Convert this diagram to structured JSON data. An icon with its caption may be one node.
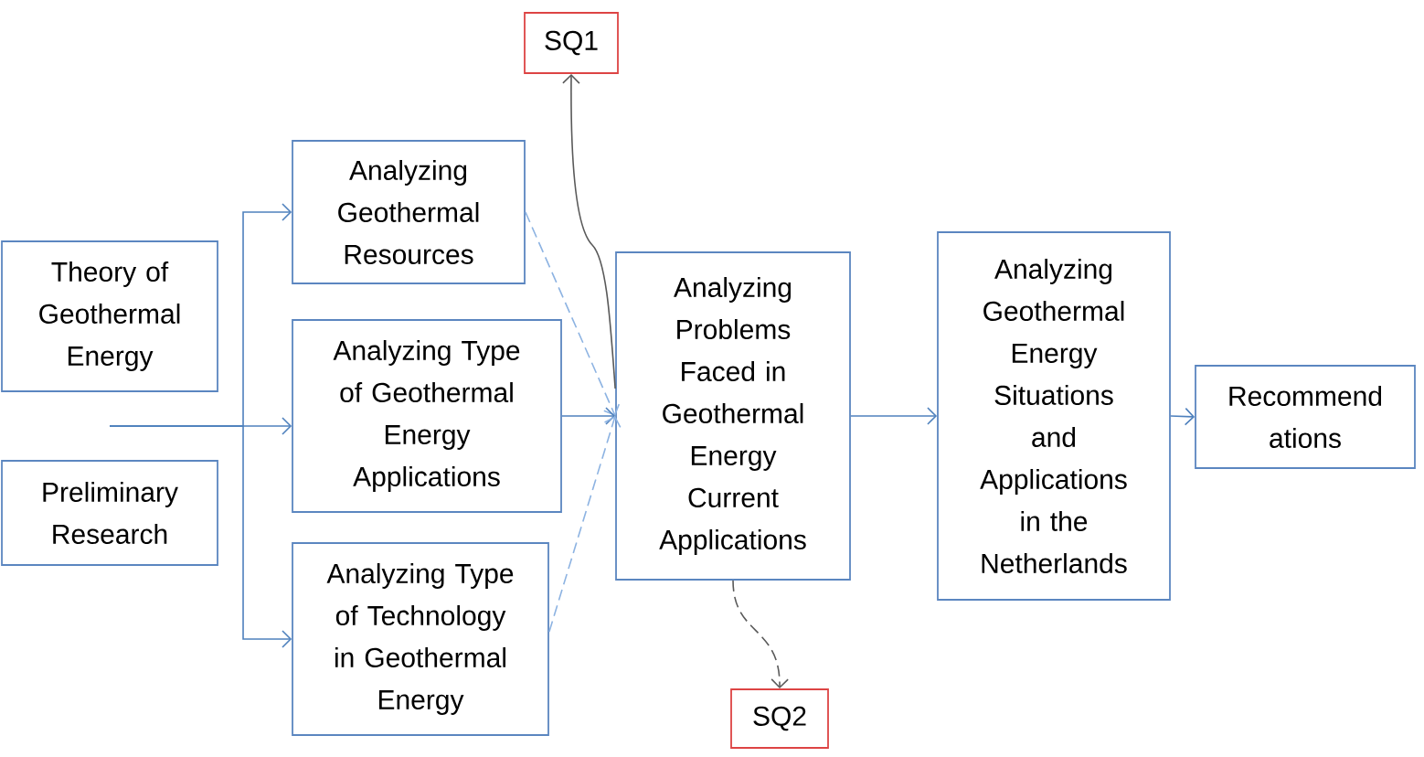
{
  "diagram": {
    "nodes": [
      {
        "text": [
          "Theory of Geothermal Energy"
        ]
      },
      {
        "text": [
          "Preliminary Research"
        ]
      },
      {
        "text": [
          "Analyzing Geothermal Resources"
        ]
      },
      {
        "text": [
          "Analyzing Type of Geothermal Energy Applications"
        ]
      },
      {
        "text": [
          "Analyzing Type of Technology in Geothermal Energy"
        ]
      },
      {
        "text": [
          "Analyzing Problems Faced in Geothermal Energy Current Applications"
        ]
      },
      {
        "text": [
          "Analyzing Geothermal Energy Situations and Applications in the Netherlands"
        ]
      },
      {
        "text": [
          "Recommend ations"
        ]
      },
      {
        "text": [
          "SQ1"
        ]
      },
      {
        "text": [
          "SQ2"
        ]
      }
    ],
    "edges": [
      {
        "from": null,
        "to": 2,
        "arrow": "to"
      },
      {
        "from": null,
        "to": 3,
        "arrow": "to"
      },
      {
        "from": null,
        "to": 4,
        "arrow": "to"
      },
      {
        "from": 2,
        "to": 5,
        "arrow": "to",
        "style": "dashed",
        "color": "#8db3e2"
      },
      {
        "from": 3,
        "to": 5,
        "arrow": "to"
      },
      {
        "from": 4,
        "to": 5,
        "arrow": "to",
        "style": "dashed",
        "color": "#8db3e2"
      },
      {
        "from": 5,
        "to": 6,
        "arrow": "to"
      },
      {
        "from": 6,
        "to": 7,
        "arrow": "to"
      },
      {
        "from": 5,
        "to": 8,
        "arrow": "to",
        "color": "#595959"
      },
      {
        "from": 5,
        "to": 9,
        "arrow": "to",
        "style": "dashed",
        "color": "#595959"
      }
    ]
  }
}
